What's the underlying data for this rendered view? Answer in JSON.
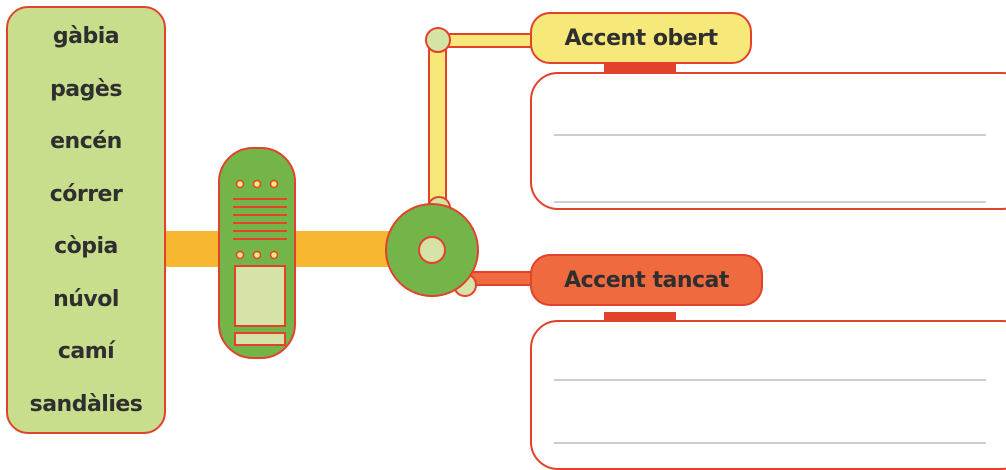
{
  "words": [
    "gàbia",
    "pagès",
    "encén",
    "córrer",
    "còpia",
    "núvol",
    "camí",
    "sandàlies"
  ],
  "categories": {
    "open": "Accent obert",
    "closed": "Accent tancat"
  },
  "colors": {
    "outline": "#e2412b",
    "word_panel": "#c8de8c",
    "machine_green": "#74b54a",
    "pipe_yellow": "#f7b731",
    "label_open": "#f6e97a",
    "label_closed": "#f06a40"
  }
}
